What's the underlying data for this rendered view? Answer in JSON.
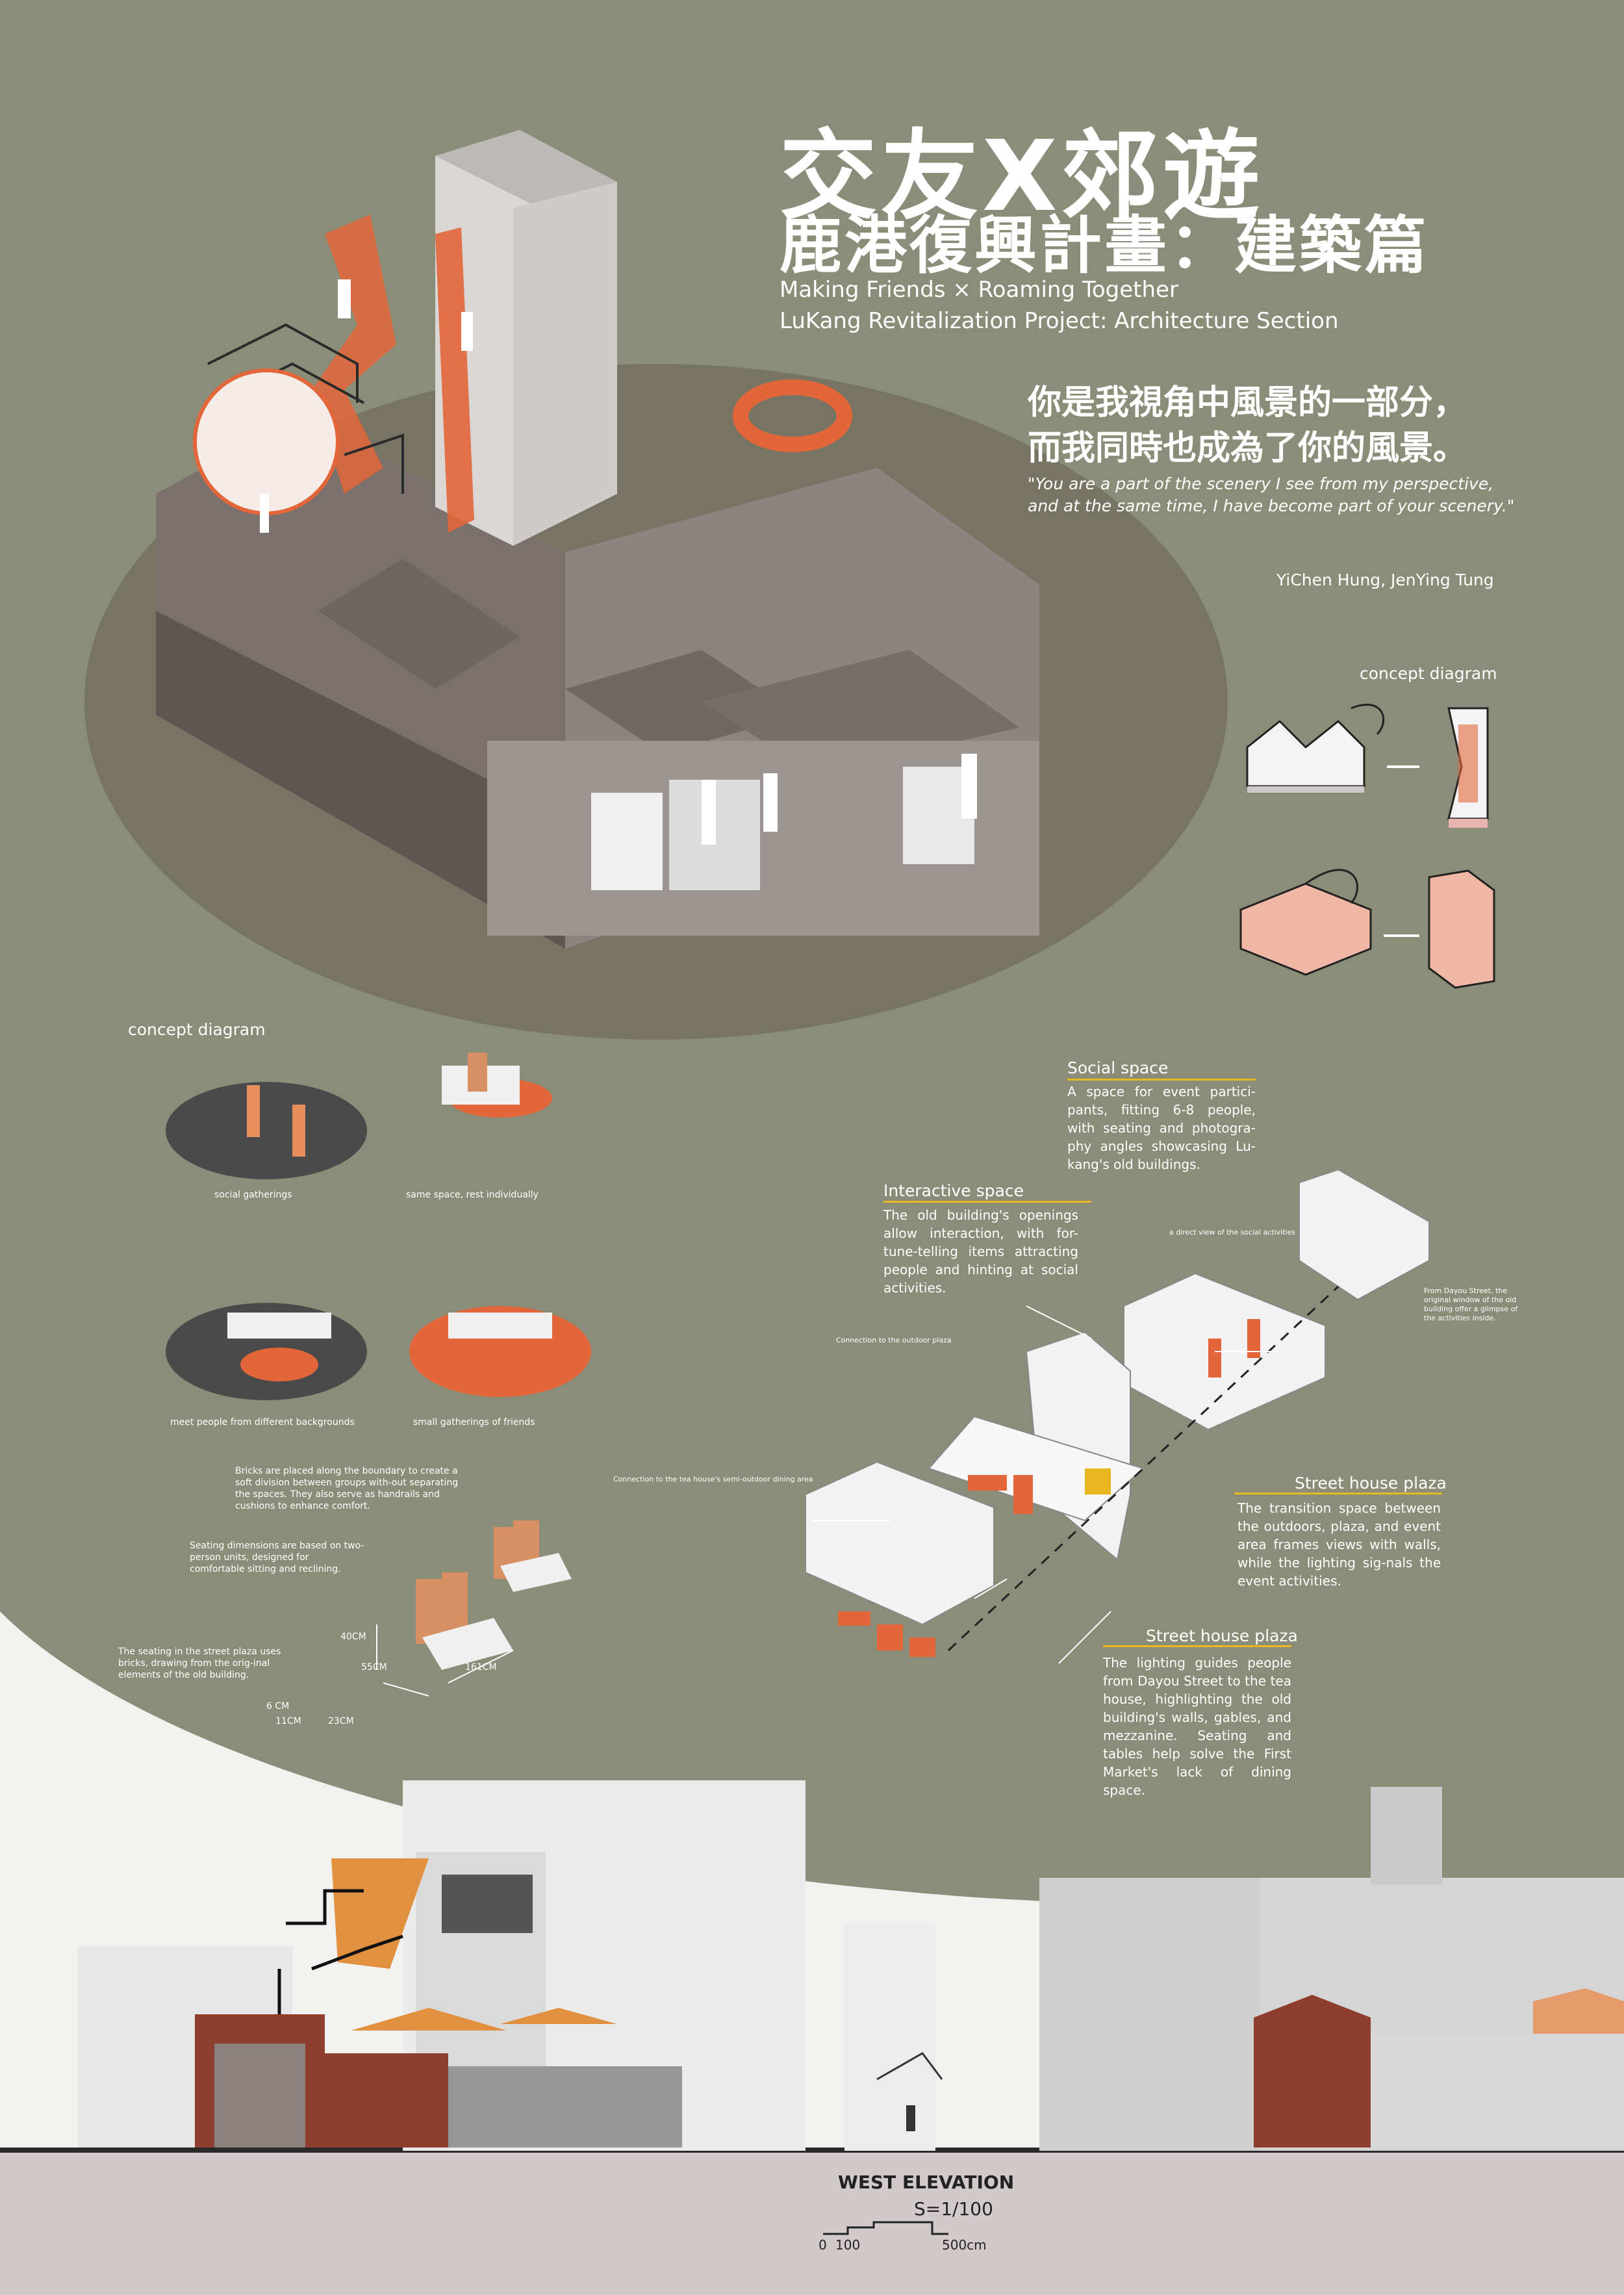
{
  "title": {
    "zh_main": "交友X郊遊",
    "zh_sub": "鹿港復興計畫：建築篇",
    "en_line1": "Making Friends × Roaming Together",
    "en_line2": "LuKang Revitalization Project: Architecture Section"
  },
  "quote": {
    "zh_line1": "你是我視角中風景的一部分，",
    "zh_line2": "而我同時也成為了你的風景。",
    "en_line1": "\"You are a part of the scenery I see from my perspective,",
    "en_line2": "and at the same time, I have become part of your scenery.\""
  },
  "authors": "YiChen Hung, JenYing Tung",
  "concept_top": {
    "heading": "concept diagram"
  },
  "concept_left": {
    "heading": "concept diagram",
    "items": [
      {
        "label": "social gatherings"
      },
      {
        "label": "same space, rest individually"
      },
      {
        "label": "meet people from different backgrounds"
      },
      {
        "label": "small gatherings of friends"
      }
    ]
  },
  "seating": {
    "note1": "Bricks are placed along the boundary to create a soft division between groups with-out separating the spaces. They also serve as handrails and cushions to enhance comfort.",
    "note2": "Seating dimensions are based on two-person units, designed for comfortable sitting and reclining.",
    "note3": "The seating in the street plaza uses bricks, drawing from the orig-inal elements of the old building.",
    "dims": {
      "h": "40CM",
      "d": "55CM",
      "w": "161CM",
      "a": "6 CM",
      "b": "11CM",
      "c": "23CM"
    }
  },
  "annotations": {
    "social": {
      "title": "Social space",
      "text": "A space for event partici-pants, fitting 6-8 people, with seating and photogra-phy angles showcasing Lu-kang's old buildings."
    },
    "interactive": {
      "title": "Interactive space",
      "text": "The old building's openings allow interaction, with for-tune-telling items attracting people and hinting at social activities."
    },
    "plaza1": {
      "title": "Street house plaza",
      "text": "The transition space between the outdoors, plaza, and event area frames views with walls, while the lighting sig-nals the event activities."
    },
    "plaza2": {
      "title": "Street house plaza",
      "text": "The lighting guides people from Dayou Street to the tea house, highlighting the old building's walls, gables, and mezzanine. Seating and tables help solve the First Market's lack of dining space."
    },
    "small_direct_view": "a direct view of the social activities",
    "small_dayou": "From Dayou Street, the original window of the old building offer a glimpse of the activities inside.",
    "small_outdoor": "Connection to the outdoor plaza",
    "small_teahouse": "Connection to the tea house's semi-outdoor dining area"
  },
  "elevation": {
    "title": "WEST ELEVATION",
    "scale": "S=1/100",
    "bar_start": "0",
    "bar_mid": "100",
    "bar_end": "500cm"
  },
  "colors": {
    "background": "#8a8e79",
    "orange": "#e2663a",
    "accent": "#e8b71f",
    "light": "#eeeeee",
    "ground": "#cfc8c8"
  }
}
